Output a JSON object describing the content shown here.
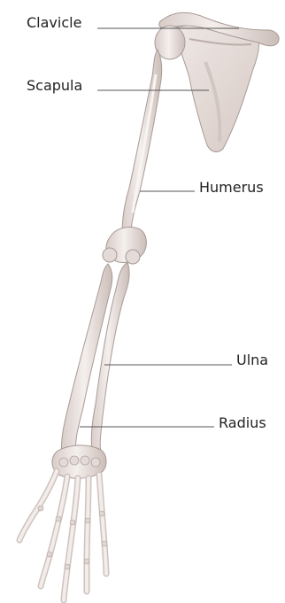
{
  "labels": {
    "clavicle": "Clavicle",
    "scapula": "Scapula",
    "humerus": "Humerus",
    "ulna": "Ulna",
    "radius": "Radius"
  },
  "colors": {
    "bone_fill": "#ece5e2",
    "bone_shade": "#cfc2bd",
    "bone_outline": "#a89a95",
    "leader_line": "#555555",
    "label_text": "#222222"
  }
}
